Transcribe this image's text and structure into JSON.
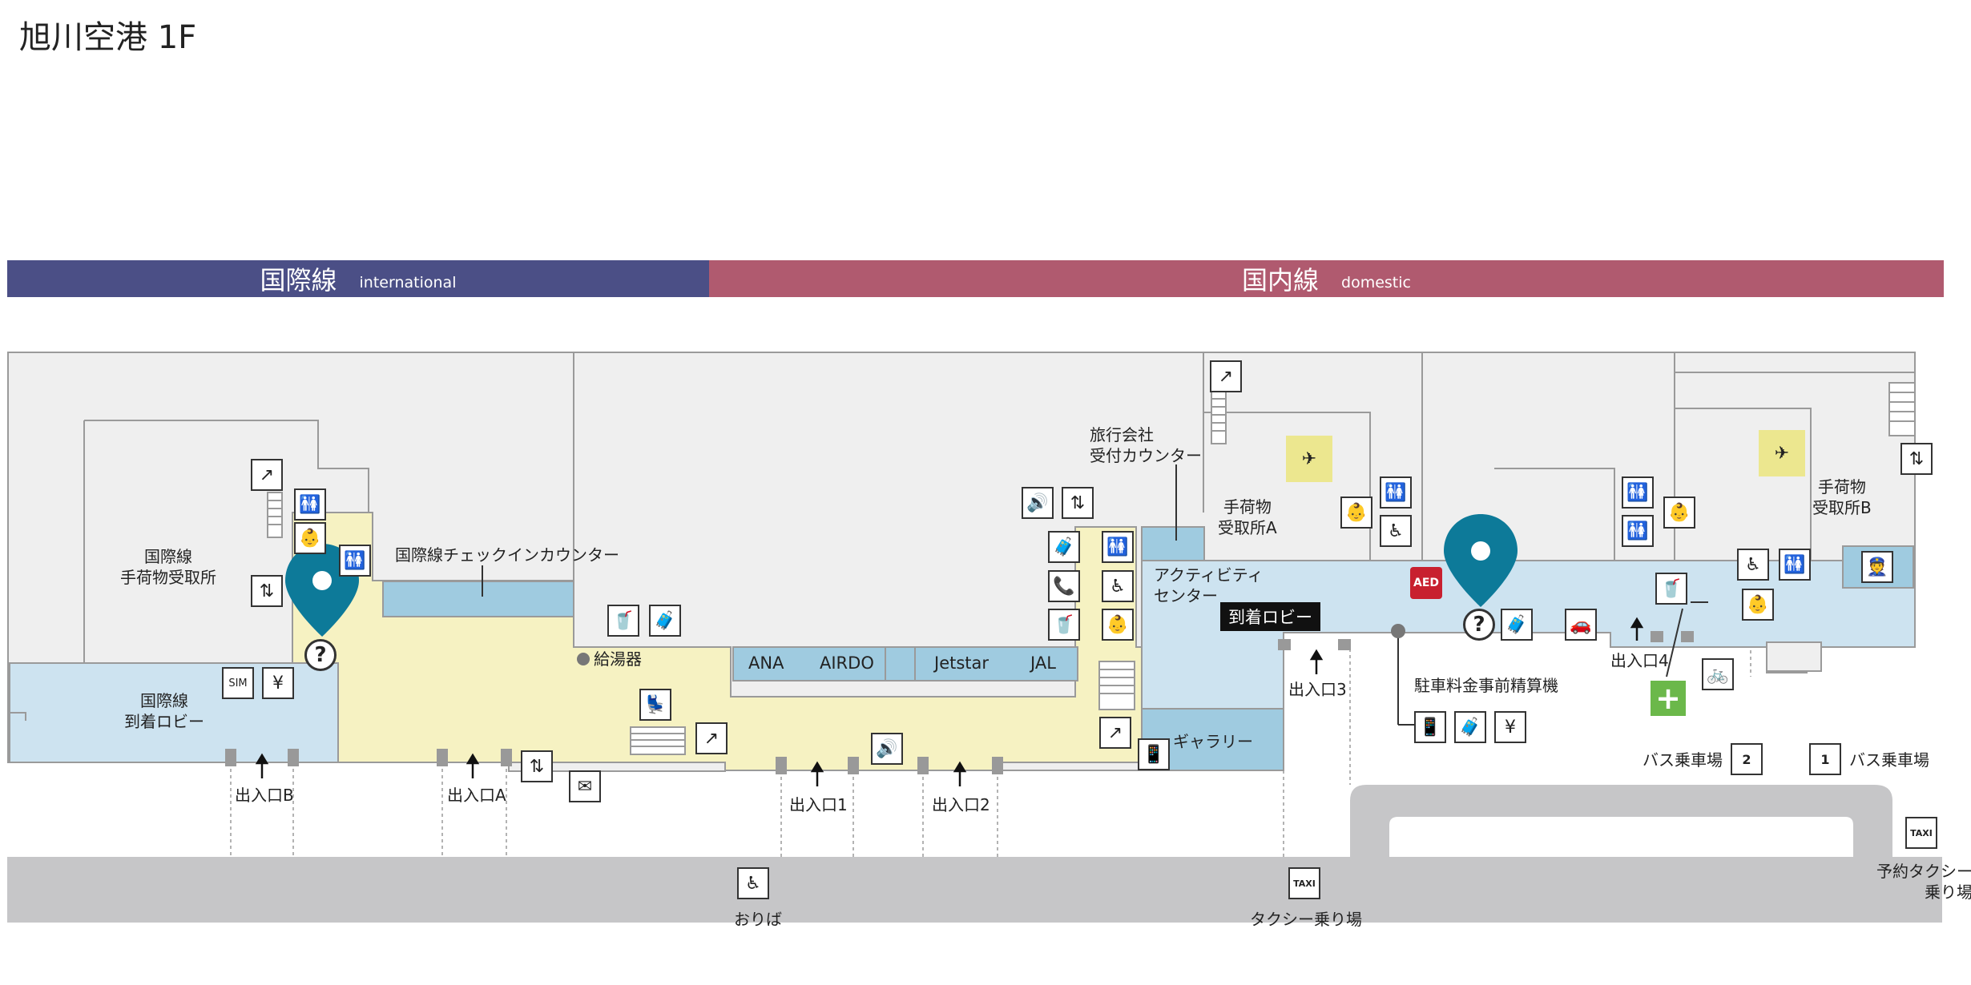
{
  "title": "旭川空港 1F",
  "bands": {
    "international": {
      "jp": "国際線",
      "en": "international"
    },
    "domestic": {
      "jp": "国内線",
      "en": "domestic"
    }
  },
  "labels": {
    "intl_baggage": [
      "国際線",
      "手荷物受取所"
    ],
    "intl_checkin": "国際線チェックインカウンター",
    "intl_arrival": [
      "国際線",
      "到着ロビー"
    ],
    "hot_water": "給湯器",
    "travel_agency": [
      "旅行会社",
      "受付カウンター"
    ],
    "baggage_a": [
      "手荷物",
      "受取所A"
    ],
    "baggage_b": [
      "手荷物",
      "受取所B"
    ],
    "activity_center": [
      "アクティビティ",
      "センター"
    ],
    "arrival_lobby": "到着ロビー",
    "gallery": "ギャラリー",
    "parking_machine": "駐車料金事前精算機",
    "bus_stop_2": "バス乗車場",
    "bus_stop_1": "バス乗車場",
    "reserved_taxi": [
      "予約タクシー",
      "乗り場"
    ],
    "dropoff": "おりば",
    "taxi_stand": "タクシー乗り場"
  },
  "airlines": [
    "ANA",
    "AIRDO",
    "Jetstar",
    "JAL"
  ],
  "entrances": {
    "b": "出入口B",
    "a": "出入口A",
    "e1": "出入口1",
    "e2": "出入口2",
    "e3": "出入口3",
    "e4": "出入口4"
  },
  "icons": {
    "escalator": "↗",
    "elevator": "⇅",
    "toilet": "🚻",
    "accessible": "♿",
    "info": "?",
    "speaker": "🔊",
    "phone": "📞",
    "baby": "👶",
    "mail": "✉",
    "sim": "SIM",
    "currency": "¥",
    "arrival": "✈",
    "aed": "AED",
    "first_aid": "+",
    "bicycle": "🚲",
    "bus1": "1",
    "bus2": "2",
    "taxi": "TAXI",
    "locker": "🧳",
    "massage": "💺",
    "car": "🚗",
    "drink": "🥤",
    "smartphone": "📱",
    "police": "👮"
  },
  "colors": {
    "intl_band": "#4b4f86",
    "dom_band": "#b05a6f",
    "floor_gray": "#efefef",
    "lobby_blue": "#cde3f0",
    "counter_blue": "#9fcbe0",
    "public_yellow": "#f6f2c2",
    "road_gray": "#c6c6c8",
    "pin_teal": "#0d7a99"
  }
}
